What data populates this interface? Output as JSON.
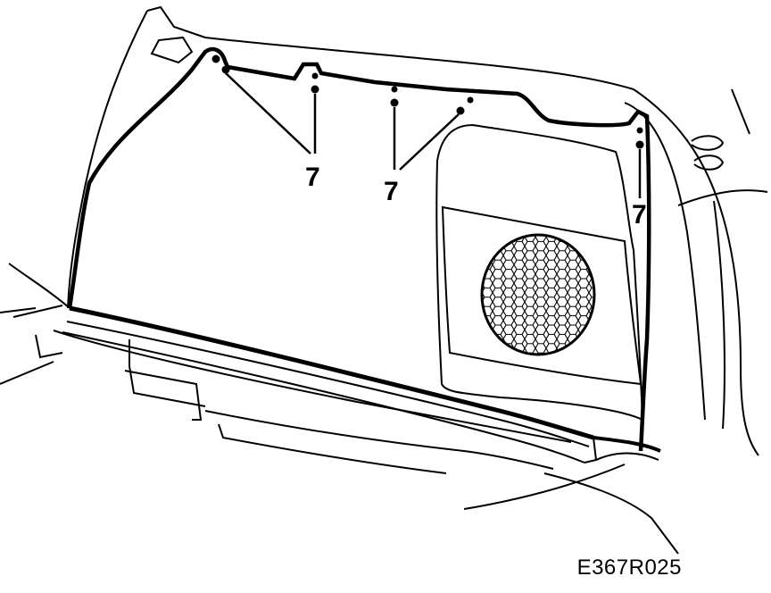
{
  "diagram": {
    "callout_labels": [
      "7",
      "7",
      "7"
    ],
    "diagram_code": "E367R025"
  },
  "colors": {
    "line": "#000000",
    "background": "#ffffff"
  }
}
